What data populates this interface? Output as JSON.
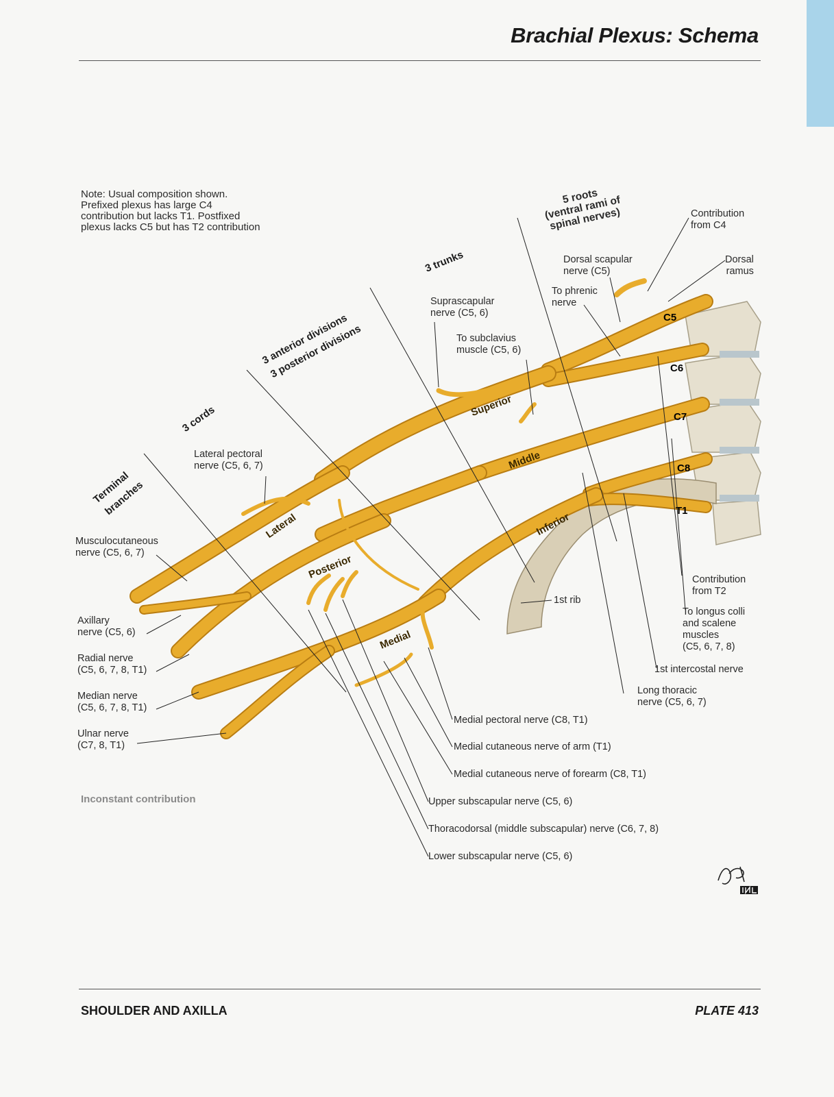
{
  "title": "Brachial Plexus: Schema",
  "note": "Note: Usual composition shown. Prefixed plexus has large C4 contribution but lacks T1. Postfixed plexus lacks C5 but has T2 contribution",
  "section_labels": {
    "roots": [
      "5 roots",
      "(ventral rami of",
      "spinal nerves)"
    ],
    "trunks": "3 trunks",
    "divisions_anterior": "3 anterior divisions",
    "divisions_posterior": "3 posterior divisions",
    "cords": "3 cords",
    "terminal": [
      "Terminal",
      "branches"
    ]
  },
  "root_levels": [
    "C5",
    "C6",
    "C7",
    "C8",
    "T1"
  ],
  "trunk_names": [
    "Superior",
    "Middle",
    "Inferior"
  ],
  "cord_names": [
    "Lateral",
    "Posterior",
    "Medial"
  ],
  "labels": {
    "contribution_c4": [
      "Contribution",
      "from C4"
    ],
    "dorsal_ramus": [
      "Dorsal",
      "ramus"
    ],
    "dorsal_scapular": [
      "Dorsal scapular",
      "nerve (C5)"
    ],
    "to_phrenic": [
      "To phrenic",
      "nerve"
    ],
    "suprascapular": [
      "Suprascapular",
      "nerve (C5, 6)"
    ],
    "to_subclavius": [
      "To subclavius",
      "muscle (C5, 6)"
    ],
    "lateral_pectoral": [
      "Lateral pectoral",
      "nerve (C5, 6, 7)"
    ],
    "musculocutaneous": [
      "Musculocutaneous",
      "nerve (C5, 6, 7)"
    ],
    "axillary": [
      "Axillary",
      "nerve (C5, 6)"
    ],
    "radial": [
      "Radial nerve",
      "(C5, 6, 7, 8, T1)"
    ],
    "median": [
      "Median nerve",
      "(C5, 6, 7, 8, T1)"
    ],
    "ulnar": [
      "Ulnar nerve",
      "(C7, 8, T1)"
    ],
    "first_rib": "1st rib",
    "contribution_t2": [
      "Contribution",
      "from T2"
    ],
    "longus_colli": [
      "To longus colli",
      "and scalene",
      "muscles",
      "(C5, 6, 7, 8)"
    ],
    "first_intercostal": "1st intercostal nerve",
    "long_thoracic": [
      "Long thoracic",
      "nerve (C5, 6, 7)"
    ],
    "medial_pectoral": "Medial pectoral nerve (C8, T1)",
    "medial_cut_arm": "Medial cutaneous nerve of arm (T1)",
    "medial_cut_forearm": "Medial cutaneous nerve of forearm (C8, T1)",
    "upper_subscapular": "Upper subscapular nerve (C5, 6)",
    "thoracodorsal": "Thoracodorsal (middle subscapular) nerve (C6, 7, 8)",
    "lower_subscapular": "Lower subscapular nerve (C5, 6)"
  },
  "inconstant": "Inconstant contribution",
  "footer_left": "SHOULDER AND AXILLA",
  "footer_right": "PLATE 413",
  "colors": {
    "nerve": "#e8ac2c",
    "nerve_dark": "#b97d12",
    "bone": "#e3dccb",
    "tab": "#a9d4ea",
    "inconstant": "#8a8a8a"
  }
}
